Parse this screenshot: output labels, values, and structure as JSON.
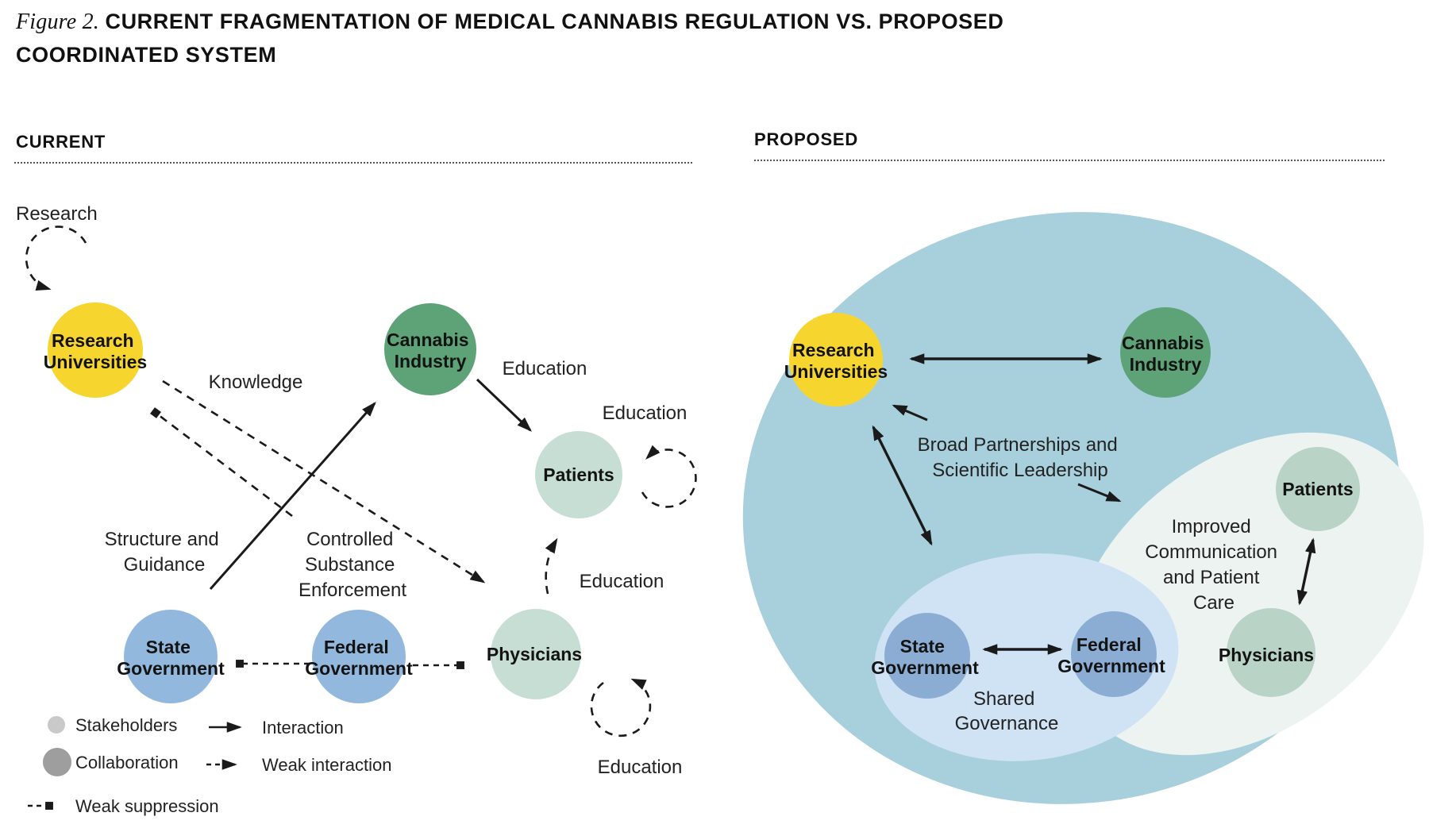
{
  "title": {
    "figure_label": "Figure 2.",
    "main_line1": "CURRENT FRAGMENTATION OF MEDICAL CANNABIS REGULATION VS. PROPOSED",
    "main_line2": "COORDINATED SYSTEM"
  },
  "panels": {
    "current_header": "CURRENT",
    "proposed_header": "PROPOSED"
  },
  "current": {
    "nodes": {
      "research_universities": {
        "l1": "Research",
        "l2": "Universities"
      },
      "cannabis_industry": {
        "l1": "Cannabis",
        "l2": "Industry"
      },
      "patients": {
        "label": "Patients"
      },
      "state_government": {
        "l1": "State",
        "l2": "Government"
      },
      "federal_government": {
        "l1": "Federal",
        "l2": "Government"
      },
      "physicians": {
        "label": "Physicians"
      }
    },
    "labels": {
      "research_loop": "Research",
      "knowledge": "Knowledge",
      "structure_l1": "Structure and",
      "structure_l2": "Guidance",
      "cse_l1": "Controlled",
      "cse_l2": "Substance",
      "cse_l3": "Enforcement",
      "education_industry": "Education",
      "education_patients_loop": "Education",
      "education_physicians": "Education",
      "education_physicians_loop": "Education"
    }
  },
  "proposed": {
    "nodes": {
      "research_universities": {
        "l1": "Research",
        "l2": "Universities"
      },
      "cannabis_industry": {
        "l1": "Cannabis",
        "l2": "Industry"
      },
      "patients": {
        "label": "Patients"
      },
      "state_government": {
        "l1": "State",
        "l2": "Government"
      },
      "federal_government": {
        "l1": "Federal",
        "l2": "Government"
      },
      "physicians": {
        "label": "Physicians"
      }
    },
    "labels": {
      "broad_l1": "Broad Partnerships and",
      "broad_l2": "Scientific Leadership",
      "improved_l1": "Improved",
      "improved_l2": "Communication",
      "improved_l3": "and Patient",
      "improved_l4": "Care",
      "shared_l1": "Shared",
      "shared_l2": "Governance"
    }
  },
  "legend": {
    "stakeholders": "Stakeholders",
    "collaboration": "Collaboration",
    "interaction": "Interaction",
    "weak_interaction": "Weak interaction",
    "weak_suppression": "Weak suppression"
  },
  "colors": {
    "yellow_node": "#f7d52f",
    "green_node": "#5ea377",
    "pale_green_node_current": "#c6ded4",
    "pale_green_node_proposed": "#b9d3c6",
    "blue_node_current": "#92b9dd",
    "blue_node_proposed": "#8badd4",
    "big_ellipse": "#a7d0dc",
    "inner_blue_ellipse": "#cfe3f4",
    "white_ellipse": "#edf3f1",
    "legend_stakeholders_gray": "#c9c9c9",
    "legend_collaboration_gray": "#9e9e9e",
    "arrow_black": "#1a1a1a"
  }
}
